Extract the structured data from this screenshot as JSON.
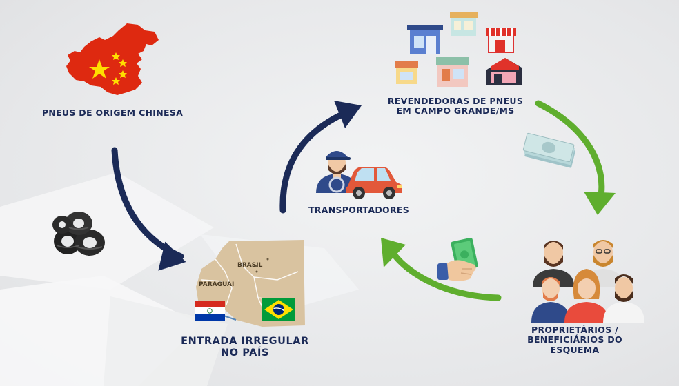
{
  "nodes": {
    "origin": {
      "label": "PNEUS DE ORIGEM CHINESA"
    },
    "entry": {
      "lines": [
        "ENTRADA IRREGULAR",
        "NO PAÍS"
      ]
    },
    "transport": {
      "label": "TRANSPORTADORES"
    },
    "resellers": {
      "lines": [
        "REVENDEDORAS DE PNEUS",
        "EM CAMPO GRANDE/MS"
      ]
    },
    "owners": {
      "lines": [
        "PROPRIETÁRIOS /",
        "BENEFICIÁRIOS DO",
        "ESQUEMA"
      ]
    }
  },
  "map": {
    "brasil_label": "BRASIL",
    "paraguai_label": "PARAGUAI"
  },
  "colors": {
    "text": "#1b2a57",
    "arrow_navy": "#1b2a57",
    "arrow_green": "#5fae2e",
    "china_red": "#de2910",
    "china_star": "#ffde00"
  },
  "icons": [
    "china-map-icon",
    "tires-icon",
    "map-icon",
    "paraguay-flag-icon",
    "brazil-flag-icon",
    "driver-icon",
    "car-icon",
    "shop-icon",
    "money-icon",
    "hand-cash-icon",
    "people-group-icon"
  ]
}
